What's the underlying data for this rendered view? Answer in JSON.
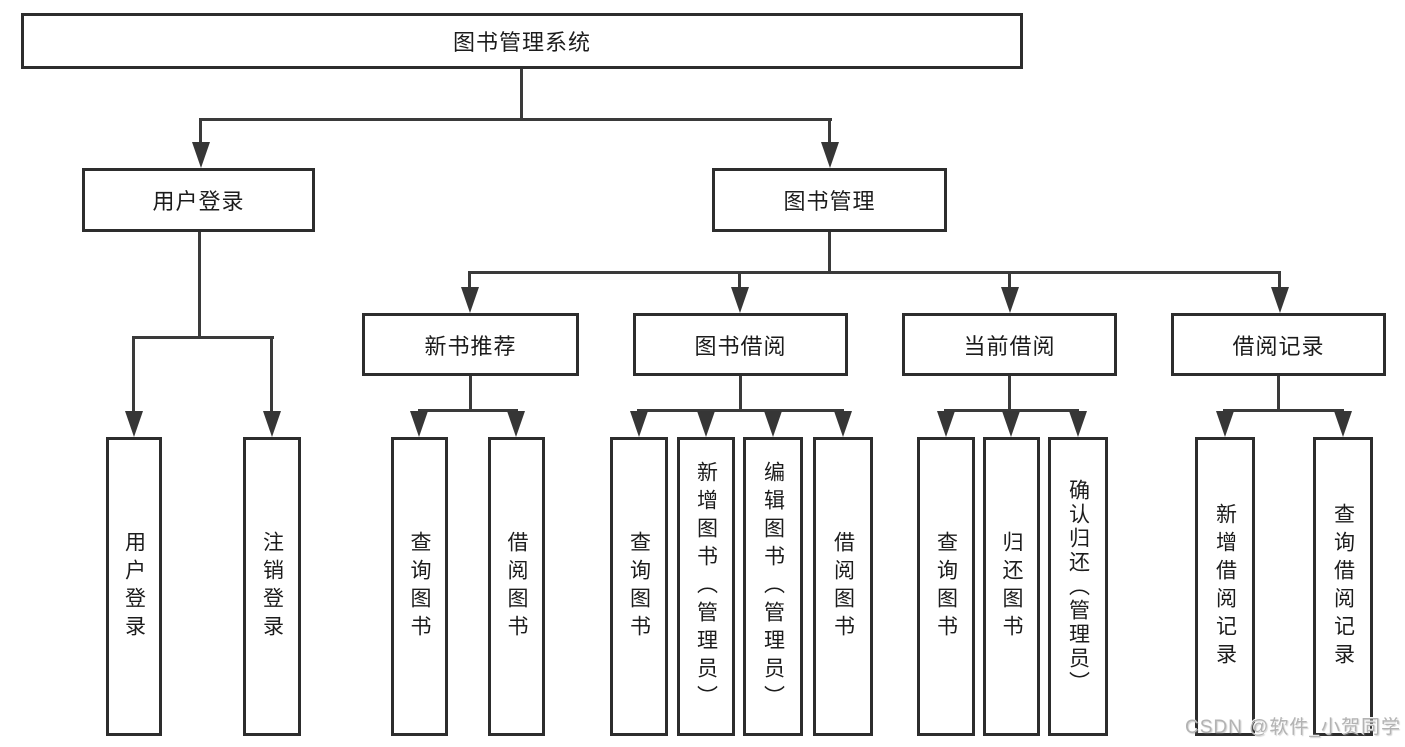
{
  "diagram": {
    "root": "图书管理系统",
    "level2": {
      "user_login": "用户登录",
      "book_mgmt": "图书管理"
    },
    "level3": {
      "new_book": "新书推荐",
      "borrow": "图书借阅",
      "current": "当前借阅",
      "records": "借阅记录"
    },
    "leaves": {
      "user_login": [
        "用户登录",
        "注销登录"
      ],
      "new_book": [
        "查询图书",
        "借阅图书"
      ],
      "borrow": [
        "查询图书",
        "新增图书（管理员）",
        "编辑图书（管理员）",
        "借阅图书"
      ],
      "current": [
        "查询图书",
        "归还图书",
        "确认归还（管理员）"
      ],
      "records": [
        "新增借阅记录",
        "查询借阅记录"
      ]
    },
    "watermark": "CSDN @软件_小贺同学"
  }
}
